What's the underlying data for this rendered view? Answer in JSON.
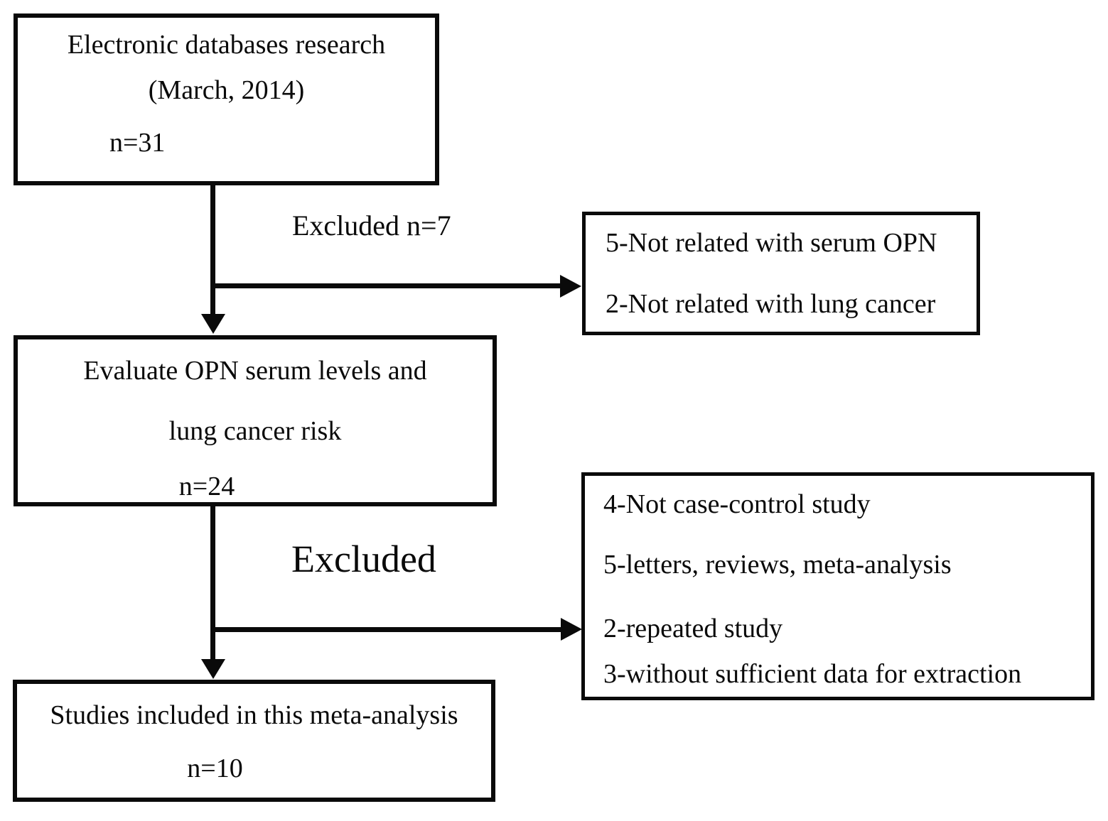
{
  "diagram": {
    "background_color": "#ffffff",
    "line_color": "#0a0a0a",
    "boxes": {
      "search": {
        "line1": "Electronic databases research",
        "line2": "(March, 2014)",
        "count": "n=31"
      },
      "exclusion1": {
        "items": [
          "5-Not related with serum OPN",
          "2-Not related with lung cancer"
        ]
      },
      "evaluate": {
        "line1": "Evaluate OPN serum levels and",
        "line2": "lung cancer risk",
        "count": "n=24"
      },
      "exclusion2": {
        "items": [
          "4-Not case-control study",
          "5-letters, reviews, meta-analysis",
          "2-repeated study",
          "3-without sufficient data for extraction"
        ]
      },
      "included": {
        "line1": "Studies included in this meta-analysis",
        "count": "n=10"
      }
    },
    "labels": {
      "excluded1": "Excluded n=7",
      "excluded2": "Excluded"
    }
  }
}
